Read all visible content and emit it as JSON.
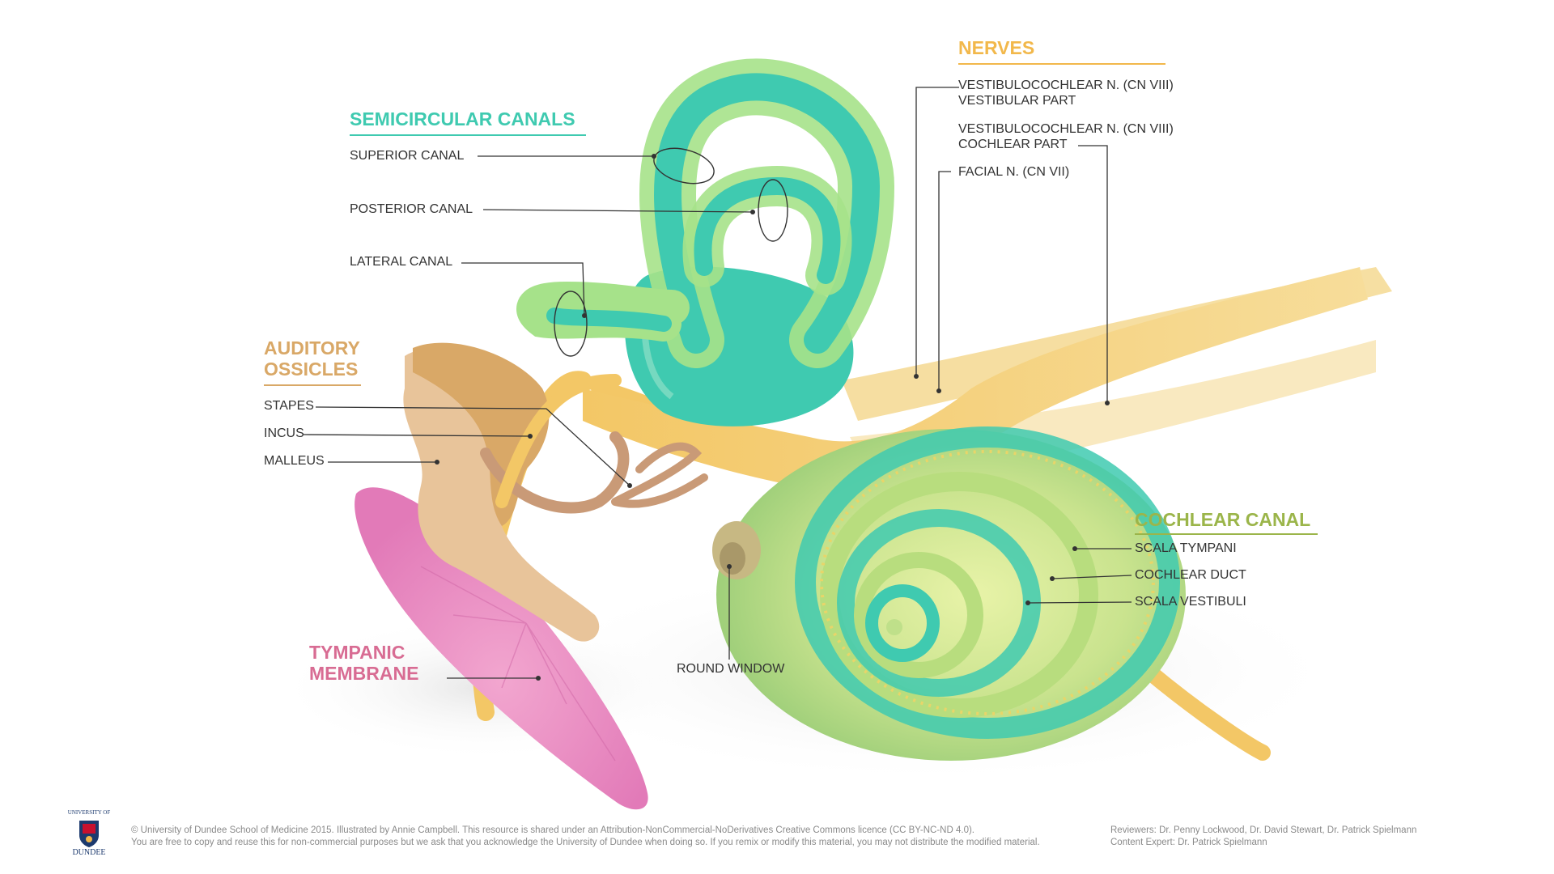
{
  "colors": {
    "semicircular": "#3fcab0",
    "nerves": "#f2b84b",
    "ossicles": "#d9a867",
    "tympanic": "#d86c93",
    "cochlear": "#9bb54a",
    "leader": "#333333"
  },
  "groups": {
    "semicircular": {
      "heading": "SEMICIRCULAR CANALS",
      "items": [
        "SUPERIOR CANAL",
        "POSTERIOR CANAL",
        "LATERAL CANAL"
      ]
    },
    "nerves": {
      "heading": "NERVES",
      "items": [
        [
          "VESTIBULOCOCHLEAR N. (CN VIII)",
          "VESTIBULAR PART"
        ],
        [
          "VESTIBULOCOCHLEAR N. (CN VIII)",
          "COCHLEAR PART"
        ],
        [
          "FACIAL N. (CN VII)"
        ]
      ]
    },
    "ossicles": {
      "heading": [
        "AUDITORY",
        "OSSICLES"
      ],
      "items": [
        "STAPES",
        "INCUS",
        "MALLEUS"
      ]
    },
    "tympanic": {
      "heading": [
        "TYMPANIC",
        "MEMBRANE"
      ]
    },
    "cochlear": {
      "heading": "COCHLEAR CANAL",
      "items": [
        "SCALA TYMPANI",
        "COCHLEAR DUCT",
        "SCALA VESTIBULI"
      ]
    },
    "round_window": "ROUND WINDOW"
  },
  "footer": {
    "copyright": [
      "© University of Dundee School of Medicine 2015. Illustrated by Annie Campbell. This resource is shared under an Attribution-NonCommercial-NoDerivatives Creative Commons licence (CC BY-NC-ND 4.0).",
      "You are free to copy and reuse this for non-commercial purposes but we ask that you acknowledge the University of Dundee when doing so. If you remix or modify this material, you may not distribute the modified material."
    ],
    "credits": [
      "Reviewers: Dr. Penny Lockwood, Dr. David Stewart, Dr. Patrick Spielmann",
      "Content Expert: Dr. Patrick Spielmann"
    ],
    "logo": {
      "top": "UNIVERSITY OF",
      "bottom": "DUNDEE"
    }
  }
}
